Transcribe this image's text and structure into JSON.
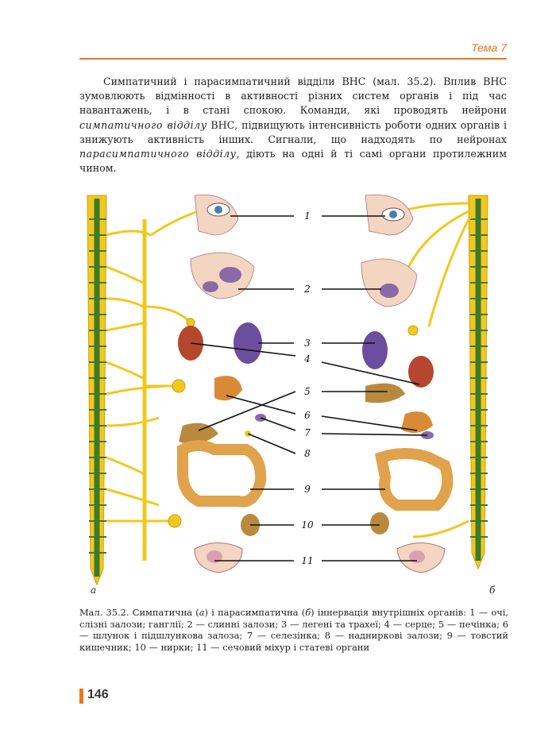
{
  "header": {
    "theme": "Тема 7",
    "accent_color": "#e8791b"
  },
  "paragraph": {
    "part1": "Симпатичний і парасимпатичний відділи ВНС (мал. 35.2). Вплив ВНС зумовлюють відмінності в активності різних систем органів і під час навантажень, і в стані спокою. Команди, які проводять нейрони ",
    "em1": "симпатичного відділу",
    "part2": " ВНС, підвищують інтенсивність роботи одних органів і знижують активність інших. Сигнали, що надходять по нейронах ",
    "em2": "парасимпатичного відділу",
    "part3": ", діють на одні й ті самі органи протилежним чином."
  },
  "figure": {
    "left_letter": "а",
    "right_letter": "б",
    "labels": [
      "1",
      "2",
      "3",
      "4",
      "5",
      "6",
      "7",
      "8",
      "9",
      "10",
      "11"
    ],
    "colors": {
      "nerve": "#f2c81e",
      "organ_red": "#b5472e",
      "organ_purple": "#6b4f9e",
      "organ_orange": "#d98a35",
      "organ_tan": "#b98a3e",
      "skin": "#f3d5c2"
    }
  },
  "caption": {
    "lead": "Мал. 35.2. Симпатична (",
    "a": "а",
    "mid": ") і парасимпатична (",
    "b": "б",
    "tail": ") іннервація внутрішніх органів: 1 — очі, слізні залози; ганглії; 2 — слинні залози; 3 — легені та трахеї; 4 — серце; 5 — печінка; 6 — шлунок і підшлункова залоза; 7 — селезінка; 8 — надниркові залози; 9 — товстий кишечник; 10 — нирки; 11 — сечовий міхур і статеві органи"
  },
  "page_number": "146"
}
